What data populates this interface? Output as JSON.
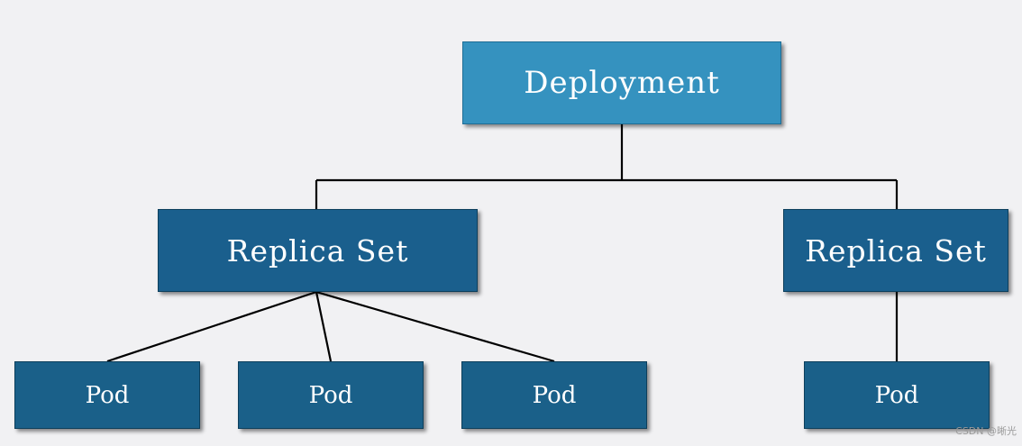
{
  "diagram": {
    "root": {
      "label": "Deployment"
    },
    "replica_sets": [
      {
        "label": "Replica Set",
        "pods": [
          "Pod",
          "Pod",
          "Pod"
        ]
      },
      {
        "label": "Replica Set",
        "pods": [
          "Pod"
        ]
      }
    ]
  },
  "watermark": "CSDN @晰光",
  "colors": {
    "background": "#f1f1f3",
    "deployment_fill": "#3592bf",
    "replica_set_fill": "#1a5f8d",
    "pod_fill": "#1a6089",
    "connector": "#000000",
    "text": "#ffffff"
  }
}
